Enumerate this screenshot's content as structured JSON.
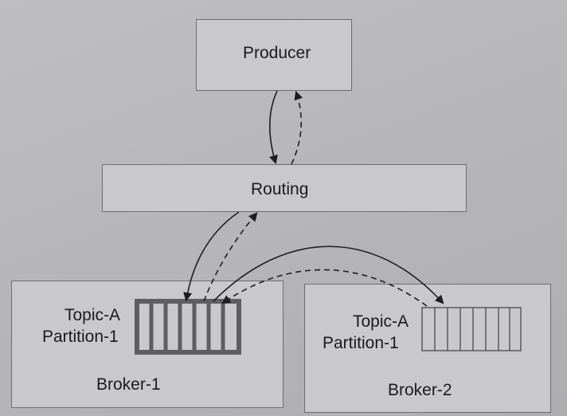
{
  "diagram": {
    "producer": "Producer",
    "routing": "Routing",
    "broker1": {
      "name": "Broker-1",
      "topic": "Topic-A",
      "partition": "Partition-1"
    },
    "broker2": {
      "name": "Broker-2",
      "topic": "Topic-A",
      "partition": "Partition-1"
    },
    "colors": {
      "line": "#1e1e20",
      "box_border": "#6d6d70",
      "leader_queue": "#5e5e61",
      "replica_queue": "#4a4a4d"
    }
  }
}
